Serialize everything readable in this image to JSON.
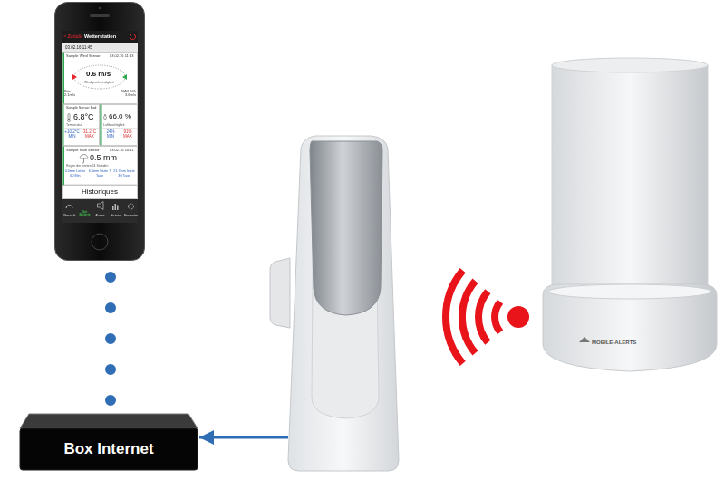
{
  "diagram": {
    "nodes": [
      {
        "text": [
          "< Zurück",
          "Wetterstation",
          "03.02.16 11:45",
          "Sample Wind Sensor",
          "03.02.16 11:43",
          "0.6 m/s",
          "Windgeschwindigkeit",
          "Böe 2.1m/s",
          "MAX 24h 3.6m/s",
          "Sample Sensor Bad",
          "6.8°C",
          "66.0 %",
          "Temperatur",
          "Luftfeuchtigkeit",
          "+10.2°C MIN",
          "31.2°C MAX",
          "24% MIN",
          "91% MAX",
          "Sample Rain Sensor",
          "03.02.16 10:11",
          "0.5 mm",
          "Regen der letzten 24 Stunden",
          "0.0mm Letzte 60 Min",
          "6.4mm letzte 7 Tage",
          "21.7mm letzte 30 Tage",
          "Historiques",
          "Übersicht",
          "Gut Batterie",
          "Alarme",
          "Historie",
          "Bearbeiten"
        ]
      },
      {
        "text": []
      },
      {
        "text": [
          "MOBILE-ALERTS"
        ]
      },
      {
        "text": [
          "Box Internet"
        ]
      }
    ],
    "edges": [
      {
        "from": 1,
        "to": 3,
        "arrow": "to"
      },
      {
        "from": 0,
        "to": 3,
        "arrow": "none"
      }
    ]
  }
}
